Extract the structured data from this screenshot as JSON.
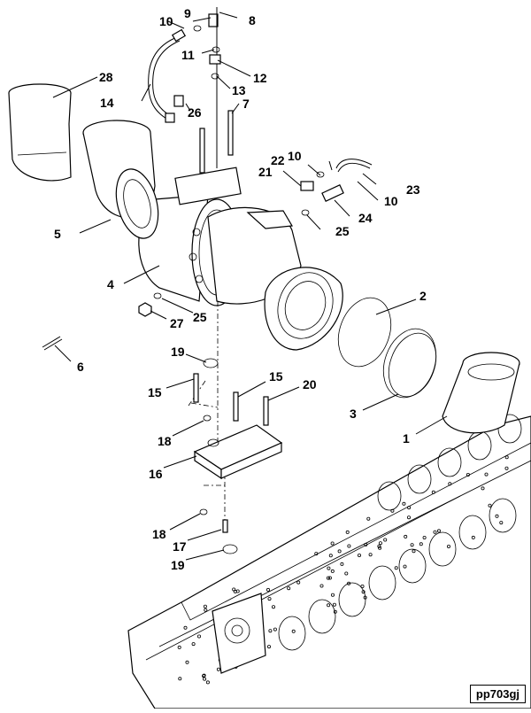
{
  "figure_id": "pp703gj",
  "callouts": {
    "c1": "1",
    "c2": "2",
    "c3": "3",
    "c4": "4",
    "c5": "5",
    "c6": "6",
    "c7": "7",
    "c8": "8",
    "c9": "9",
    "c10a": "10",
    "c10b": "10",
    "c10c": "10",
    "c11": "11",
    "c12": "12",
    "c13": "13",
    "c14": "14",
    "c15a": "15",
    "c15b": "15",
    "c16": "16",
    "c17": "17",
    "c18a": "18",
    "c18b": "18",
    "c19a": "19",
    "c19b": "19",
    "c20": "20",
    "c21": "21",
    "c22": "22",
    "c23": "23",
    "c24": "24",
    "c25a": "25",
    "c25b": "25",
    "c26": "26",
    "c27": "27",
    "c28": "28"
  }
}
